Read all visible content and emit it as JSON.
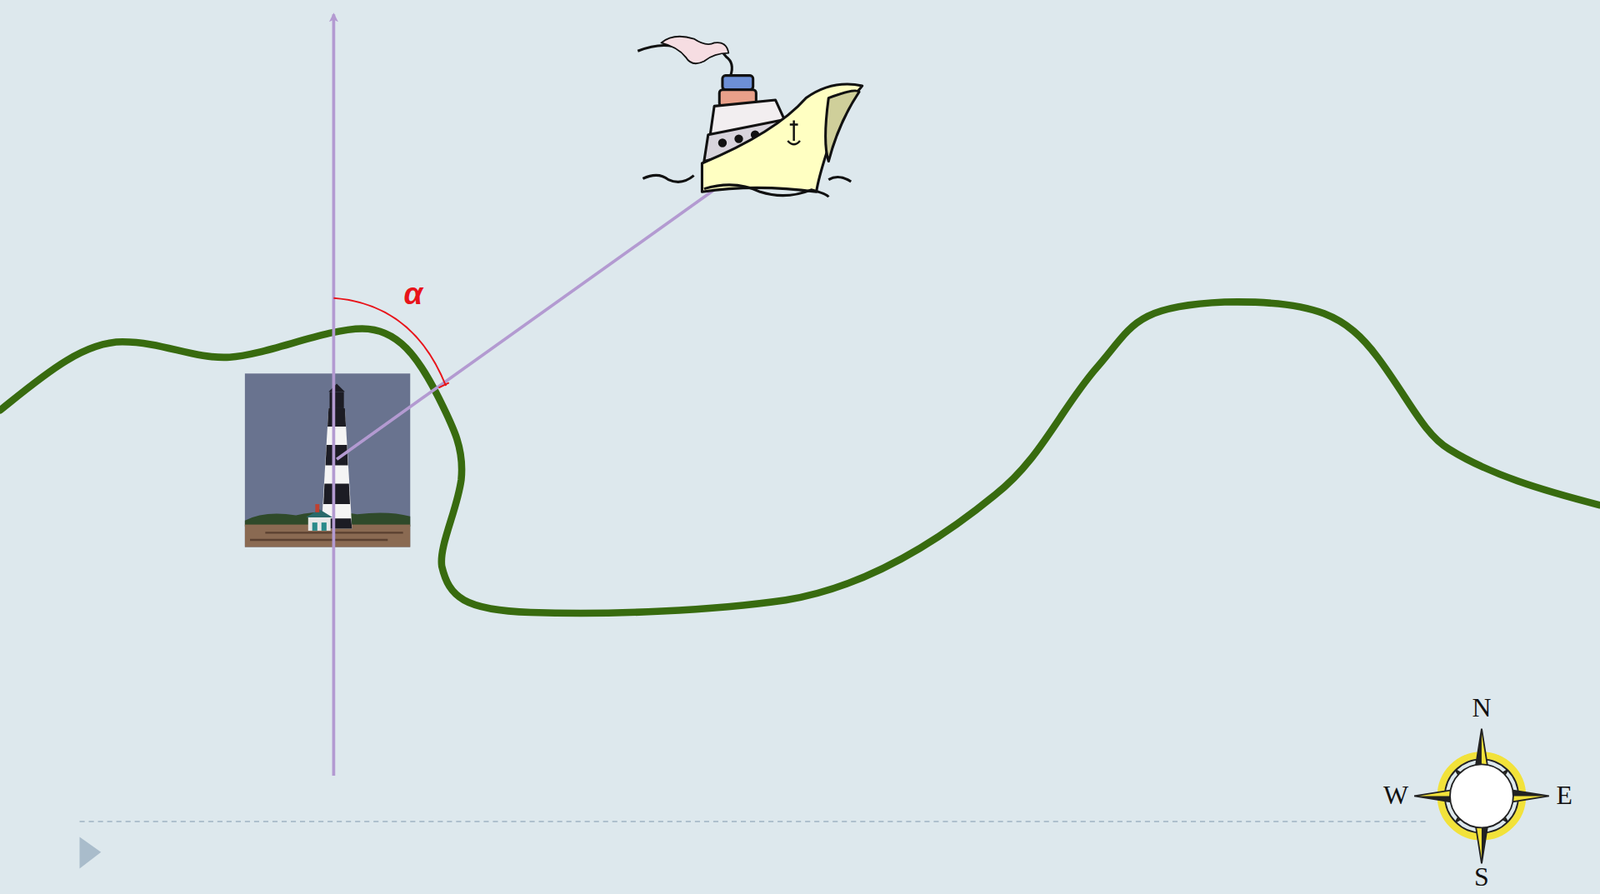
{
  "diagram": {
    "labels": [
      "α",
      "N",
      "W",
      "E",
      "S"
    ]
  }
}
